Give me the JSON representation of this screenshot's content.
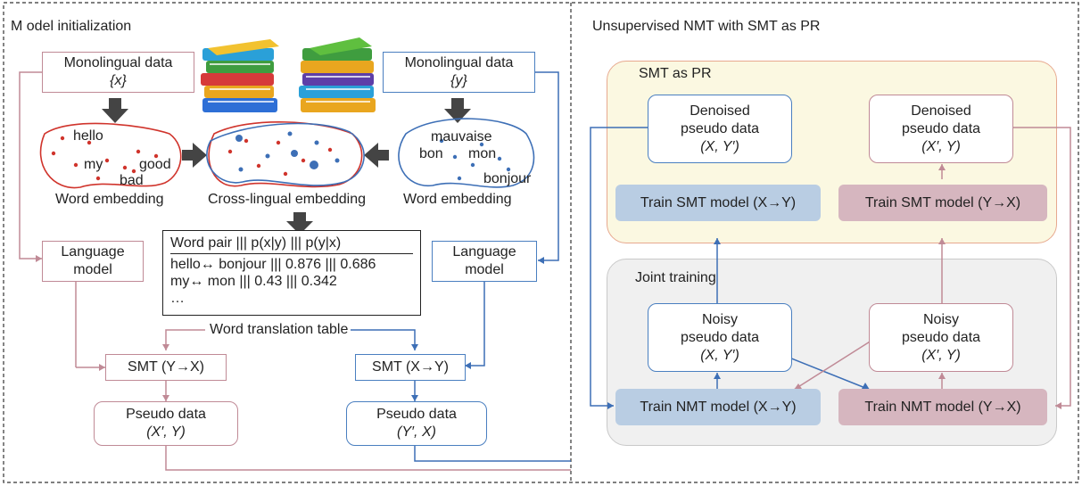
{
  "left_panel": {
    "title": "M odel initialization",
    "mono_x": {
      "line1": "Monolingual data",
      "line2": "{x}"
    },
    "mono_y": {
      "line1": "Monolingual data",
      "line2": "{y}"
    },
    "emb_x_words": [
      "hello",
      "my",
      "good",
      "bad"
    ],
    "emb_y_words": [
      "mauvaise",
      "bon",
      "mon",
      "bonjour"
    ],
    "emb_x_label": "Word embedding",
    "emb_cross_label": "Cross-lingual embedding",
    "emb_y_label": "Word embedding",
    "table_rows": [
      "Word pair ||| p(x|y) ||| p(y|x)",
      "hello↔ bonjour ||| 0.876 ||| 0.686",
      "my↔ mon ||| 0.43 ||| 0.342",
      "…"
    ],
    "table_label": "Word translation table",
    "lm_left": {
      "line1": "Language",
      "line2": "model"
    },
    "lm_right": {
      "line1": "Language",
      "line2": "model"
    },
    "smt_left": "SMT (Y→X)",
    "smt_right": "SMT (X→Y)",
    "pseudo_left": {
      "line1": "Pseudo data",
      "line2": "(X′, Y)"
    },
    "pseudo_right": {
      "line1": "Pseudo data",
      "line2": "(Y′, X)"
    }
  },
  "right_panel": {
    "title": "Unsupervised NMT with SMT as PR",
    "smt_region_label": "SMT as PR",
    "joint_region_label": "Joint training",
    "denoised_left": {
      "line1": "Denoised",
      "line2": "pseudo data",
      "line3": "(X, Y′)"
    },
    "denoised_right": {
      "line1": "Denoised",
      "line2": "pseudo data",
      "line3": "(X′, Y)"
    },
    "train_smt_left": "Train SMT model (X→Y)",
    "train_smt_right": "Train SMT model (Y→X)",
    "noisy_left": {
      "line1": "Noisy",
      "line2": "pseudo data",
      "line3": "(X, Y′)"
    },
    "noisy_right": {
      "line1": "Noisy",
      "line2": "pseudo data",
      "line3": "(X′, Y)"
    },
    "train_nmt_left": "Train NMT model (X→Y)",
    "train_nmt_right": "Train NMT model (Y→X)"
  },
  "colors": {
    "pink": "#c08a96",
    "blue": "#4a7fc0",
    "smt_region_fill": "#fbf8e1",
    "smt_region_border": "#e7a98f",
    "joint_region_fill": "#f0f0f0",
    "joint_region_border": "#c9c9c9",
    "train_blue_fill": "#b9cde3",
    "train_pink_fill": "#d6b6bf",
    "emb_red": "#d0342c",
    "emb_blue": "#3d6fb6"
  },
  "icons": [
    "books-icon",
    "down-arrow-icon",
    "right-arrow-icon",
    "left-arrow-icon"
  ]
}
